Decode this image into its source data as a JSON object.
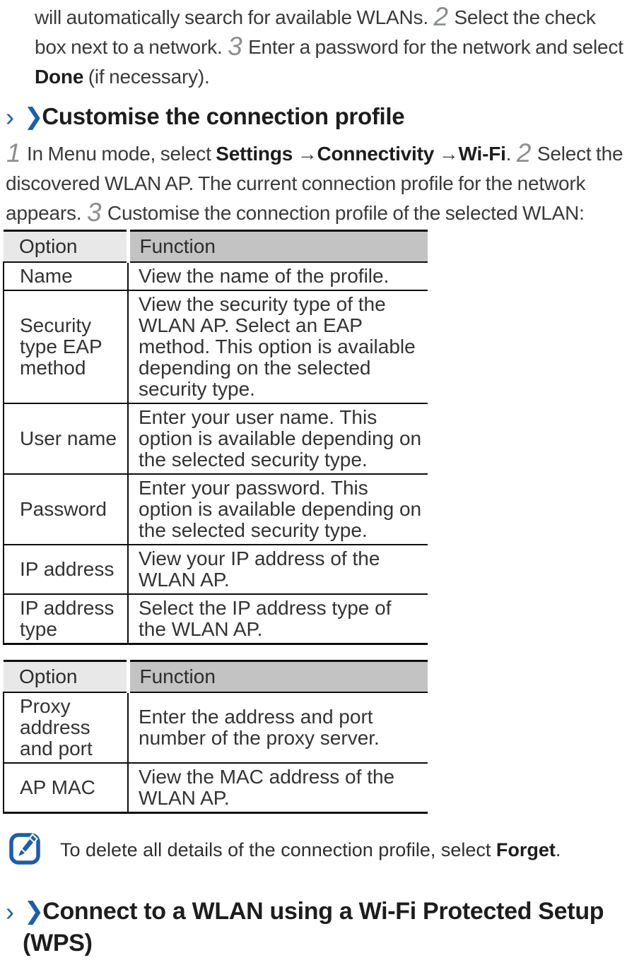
{
  "icons": {
    "chevron_outline": "›",
    "chevron_solid": "❯",
    "note_icon": "note-pencil"
  },
  "intro": {
    "seg_a": "will automatically search for available WLANs. ",
    "step_2": "2",
    "seg_b": " Select the check box next to a network. ",
    "step_3": "3",
    "seg_c": " Enter a password for the network and select ",
    "bold_done": "Done",
    "seg_d": " (if necessary)."
  },
  "section_customise": {
    "title": "Customise the connection profile"
  },
  "steps": {
    "step_1": "1",
    "seg_a": " In Menu mode, select ",
    "bold_settings": "Settings",
    "arrow_1": " →",
    "bold_connectivity": "Connectivity",
    "arrow_2": " →",
    "bold_wifi": "Wi-Fi",
    "seg_b": ". ",
    "step_2": "2",
    "seg_c": " Select the discovered WLAN AP. The current connection profile for the network appears. ",
    "step_3": "3",
    "seg_d": " Customise the connection profile of the selected WLAN:"
  },
  "table1": {
    "headers": {
      "option": "Option",
      "function": "Function"
    },
    "rows": [
      {
        "option": "Name",
        "function": "View the name of the profile."
      },
      {
        "option": "Security type EAP method",
        "function": "View the security type of the WLAN AP. Select an EAP method. This option is available depending on the selected security type."
      },
      {
        "option": "User name",
        "function": "Enter your user name. This option is available depending on the selected security type."
      },
      {
        "option": "Password",
        "function": "Enter your password. This option is available depending on the selected security type."
      },
      {
        "option": "IP address",
        "function": "View your IP address of the WLAN AP."
      },
      {
        "option": "IP address type",
        "function": "Select the IP address type of the WLAN AP."
      }
    ]
  },
  "table2": {
    "headers": {
      "option": "Option",
      "function": "Function"
    },
    "rows": [
      {
        "option": "Proxy address and port",
        "function": "Enter the address and port number of the proxy server."
      },
      {
        "option": "AP MAC",
        "function": "View the MAC address of the WLAN AP."
      }
    ]
  },
  "note": {
    "seg_a": "To delete all details of the connection profile, select ",
    "bold": "Forget",
    "seg_b": "."
  },
  "section_wps": {
    "title": "Connect to a WLAN using a Wi-Fi Protected Setup (WPS)"
  },
  "colors": {
    "accent_blue": "#1b5fa8",
    "step_gray": "#8a8e91",
    "table_header_light": "#e8e8e8",
    "table_header_dark": "#c3c3c3",
    "text": "#3a3a3a"
  }
}
